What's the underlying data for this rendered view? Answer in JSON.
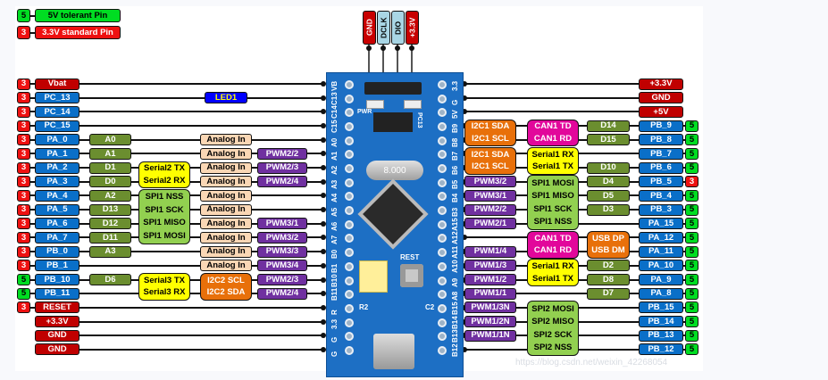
{
  "legend": [
    {
      "code": "5",
      "label": "5V tolerant Pin",
      "color": "#00dd22",
      "text_color": "#000000"
    },
    {
      "code": "3",
      "label": "3.3V standard Pin",
      "color": "#ee1111",
      "text_color": "#ffffff"
    }
  ],
  "top_header": [
    {
      "label": "GND",
      "color": "#c80000",
      "text": "#ffffff"
    },
    {
      "label": "DCLK",
      "color": "#a9d6e5",
      "text": "#000000"
    },
    {
      "label": "DIO",
      "color": "#a9d6e5",
      "text": "#000000"
    },
    {
      "label": "+3.3V",
      "color": "#c80000",
      "text": "#ffffff"
    }
  ],
  "left_pins": [
    {
      "tol": "3",
      "name": "Vbat",
      "kind": "power"
    },
    {
      "tol": "3",
      "name": "PC_13",
      "kind": "gpio"
    },
    {
      "tol": "3",
      "name": "PC_14",
      "kind": "gpio"
    },
    {
      "tol": "3",
      "name": "PC_15",
      "kind": "gpio"
    },
    {
      "tol": "3",
      "name": "PA_0",
      "kind": "gpio"
    },
    {
      "tol": "3",
      "name": "PA_1",
      "kind": "gpio"
    },
    {
      "tol": "3",
      "name": "PA_2",
      "kind": "gpio"
    },
    {
      "tol": "3",
      "name": "PA_3",
      "kind": "gpio"
    },
    {
      "tol": "3",
      "name": "PA_4",
      "kind": "gpio"
    },
    {
      "tol": "3",
      "name": "PA_5",
      "kind": "gpio"
    },
    {
      "tol": "3",
      "name": "PA_6",
      "kind": "gpio"
    },
    {
      "tol": "3",
      "name": "PA_7",
      "kind": "gpio"
    },
    {
      "tol": "3",
      "name": "PB_0",
      "kind": "gpio"
    },
    {
      "tol": "3",
      "name": "PB_1",
      "kind": "gpio"
    },
    {
      "tol": "5",
      "name": "PB_10",
      "kind": "gpio"
    },
    {
      "tol": "5",
      "name": "PB_11",
      "kind": "gpio"
    },
    {
      "tol": "3",
      "name": "RESET",
      "kind": "power"
    },
    {
      "tol": "",
      "name": "+3.3V",
      "kind": "power"
    },
    {
      "tol": "",
      "name": "GND",
      "kind": "power"
    },
    {
      "tol": "",
      "name": "GND",
      "kind": "power"
    }
  ],
  "left_arduino": [
    {
      "row": 4,
      "label": "A0"
    },
    {
      "row": 5,
      "label": "A1"
    },
    {
      "row": 6,
      "label": "D1"
    },
    {
      "row": 7,
      "label": "D0"
    },
    {
      "row": 8,
      "label": "A2"
    },
    {
      "row": 9,
      "label": "D13"
    },
    {
      "row": 10,
      "label": "D12"
    },
    {
      "row": 11,
      "label": "D11"
    },
    {
      "row": 12,
      "label": "A3"
    },
    {
      "row": 14,
      "label": "D6"
    }
  ],
  "left_groups": [
    {
      "rows": [
        6,
        7
      ],
      "lines": [
        "Serial2 TX",
        "Serial2 RX"
      ],
      "kind": "serial"
    },
    {
      "rows": [
        8,
        11
      ],
      "lines": [
        "SPI1 NSS",
        "SPI1 SCK",
        "SPI1 MISO",
        "SPI1 MOSI"
      ],
      "kind": "spi"
    },
    {
      "rows": [
        14,
        15
      ],
      "lines": [
        "Serial3 TX",
        "Serial3 RX"
      ],
      "kind": "serial"
    }
  ],
  "left_analog": [
    {
      "row": 4,
      "label": "Analog In"
    },
    {
      "row": 5,
      "label": "Analog In"
    },
    {
      "row": 6,
      "label": "Analog In"
    },
    {
      "row": 7,
      "label": "Analog In"
    },
    {
      "row": 8,
      "label": "Analog In"
    },
    {
      "row": 9,
      "label": "Analog In"
    },
    {
      "row": 10,
      "label": "Analog In"
    },
    {
      "row": 11,
      "label": "Analog In"
    },
    {
      "row": 12,
      "label": "Analog In"
    },
    {
      "row": 13,
      "label": "Analog In"
    }
  ],
  "left_i2c": {
    "rows": [
      14,
      15
    ],
    "lines": [
      "I2C2 SCL",
      "I2C2 SDA"
    ]
  },
  "left_led": {
    "row": 1,
    "label": "LED1"
  },
  "left_pwm": [
    {
      "row": 5,
      "label": "PWM2/2"
    },
    {
      "row": 6,
      "label": "PWM2/3"
    },
    {
      "row": 7,
      "label": "PWM2/4"
    },
    {
      "row": 10,
      "label": "PWM3/1"
    },
    {
      "row": 11,
      "label": "PWM3/2"
    },
    {
      "row": 12,
      "label": "PWM3/3"
    },
    {
      "row": 13,
      "label": "PWM3/4"
    },
    {
      "row": 14,
      "label": "PWM2/3"
    },
    {
      "row": 15,
      "label": "PWM2/4"
    }
  ],
  "right_pins": [
    {
      "tol": "",
      "name": "+3.3V",
      "kind": "power"
    },
    {
      "tol": "",
      "name": "GND",
      "kind": "power"
    },
    {
      "tol": "",
      "name": "+5V",
      "kind": "power"
    },
    {
      "tol": "5",
      "name": "PB_9",
      "kind": "gpio"
    },
    {
      "tol": "5",
      "name": "PB_8",
      "kind": "gpio"
    },
    {
      "tol": "5",
      "name": "PB_7",
      "kind": "gpio"
    },
    {
      "tol": "5",
      "name": "PB_6",
      "kind": "gpio"
    },
    {
      "tol": "3",
      "name": "PB_5",
      "kind": "gpio"
    },
    {
      "tol": "5",
      "name": "PB_4",
      "kind": "gpio"
    },
    {
      "tol": "5",
      "name": "PB_3",
      "kind": "gpio"
    },
    {
      "tol": "5",
      "name": "PA_15",
      "kind": "gpio"
    },
    {
      "tol": "5",
      "name": "PA_12",
      "kind": "gpio"
    },
    {
      "tol": "5",
      "name": "PA_11",
      "kind": "gpio"
    },
    {
      "tol": "5",
      "name": "PA_10",
      "kind": "gpio"
    },
    {
      "tol": "5",
      "name": "PA_9",
      "kind": "gpio"
    },
    {
      "tol": "5",
      "name": "PA_8",
      "kind": "gpio"
    },
    {
      "tol": "5",
      "name": "PB_15",
      "kind": "gpio"
    },
    {
      "tol": "5",
      "name": "PB_14",
      "kind": "gpio"
    },
    {
      "tol": "5",
      "name": "PB_13",
      "kind": "gpio"
    },
    {
      "tol": "5",
      "name": "PB_12",
      "kind": "gpio"
    }
  ],
  "right_arduino": [
    {
      "row": 3,
      "label": "D14"
    },
    {
      "row": 4,
      "label": "D15"
    },
    {
      "row": 6,
      "label": "D10"
    },
    {
      "row": 7,
      "label": "D4"
    },
    {
      "row": 8,
      "label": "D5"
    },
    {
      "row": 9,
      "label": "D3"
    },
    {
      "row": 13,
      "label": "D2"
    },
    {
      "row": 14,
      "label": "D8"
    },
    {
      "row": 15,
      "label": "D7"
    }
  ],
  "right_mid_groups": [
    {
      "rows": [
        3,
        4
      ],
      "lines": [
        "CAN1 TD",
        "CAN1 RD"
      ],
      "kind": "can"
    },
    {
      "rows": [
        5,
        6
      ],
      "lines": [
        "Serial1 RX",
        "Serial1 TX"
      ],
      "kind": "serial"
    },
    {
      "rows": [
        7,
        10
      ],
      "lines": [
        "SPI1 MOSI",
        "SPI1 MISO",
        "SPI1 SCK",
        "SPI1 NSS"
      ],
      "kind": "spi"
    },
    {
      "rows": [
        11,
        12
      ],
      "lines": [
        "CAN1 TD",
        "CAN1 RD"
      ],
      "kind": "can"
    },
    {
      "rows": [
        13,
        14
      ],
      "lines": [
        "Serial1 RX",
        "Serial1 TX"
      ],
      "kind": "serial"
    },
    {
      "rows": [
        16,
        19
      ],
      "lines": [
        "SPI2 MOSI",
        "SPI2 MISO",
        "SPI2 SCK",
        "SPI2 NSS"
      ],
      "kind": "spi"
    }
  ],
  "right_usb": {
    "rows": [
      11,
      12
    ],
    "lines": [
      "USB DP",
      "USB DM"
    ]
  },
  "right_i2c": [
    {
      "rows": [
        3,
        4
      ],
      "lines": [
        "I2C1 SDA",
        "I2C1 SCL"
      ]
    },
    {
      "rows": [
        5,
        6
      ],
      "lines": [
        "I2C1 SDA",
        "I2C1 SCL"
      ]
    }
  ],
  "right_pwm": [
    {
      "row": 7,
      "label": "PWM3/2"
    },
    {
      "row": 8,
      "label": "PWM3/1"
    },
    {
      "row": 9,
      "label": "PWM2/2"
    },
    {
      "row": 10,
      "label": "PWM2/1"
    },
    {
      "row": 12,
      "label": "PWM1/4"
    },
    {
      "row": 13,
      "label": "PWM1/3"
    },
    {
      "row": 14,
      "label": "PWM1/2"
    },
    {
      "row": 15,
      "label": "PWM1/1"
    },
    {
      "row": 16,
      "label": "PWM1/3N"
    },
    {
      "row": 17,
      "label": "PWM1/2N"
    },
    {
      "row": 18,
      "label": "PWM1/1N"
    }
  ],
  "board": {
    "left_silk": [
      "VB",
      "C13",
      "C14",
      "C15",
      "A0",
      "A1",
      "A2",
      "A3",
      "A4",
      "A5",
      "A6",
      "A7",
      "B0",
      "B1",
      "B10",
      "B11",
      "R",
      "3.3",
      "G",
      "G"
    ],
    "right_silk": [
      "3.3",
      "G",
      "5V",
      "B9",
      "B8",
      "B7",
      "B6",
      "B5",
      "B4",
      "B3",
      "A15",
      "A12",
      "A11",
      "A10",
      "A9",
      "A8",
      "B15",
      "B14",
      "B13",
      "B12"
    ],
    "pwr_label": "PWR",
    "pc13_label": "PC13",
    "crystal_label": "8.000",
    "reset_label": "REST",
    "r2_label": "R2",
    "c2_label": "C2"
  },
  "colors": {
    "tol5": "#00dd22",
    "tol3": "#ee1111",
    "gpio": "#0a6fc8",
    "power": "#c00000",
    "arduino": "#6b8e2f",
    "analog": "#fad7b5",
    "pwm": "#7030a0",
    "serial": "#ffff00",
    "spi": "#92d050",
    "i2c": "#e8700a",
    "can": "#e2079b",
    "usb": "#e8700a",
    "led": "#0000ff"
  },
  "watermark": "https://blog.csdn.net/weixin_42268054"
}
